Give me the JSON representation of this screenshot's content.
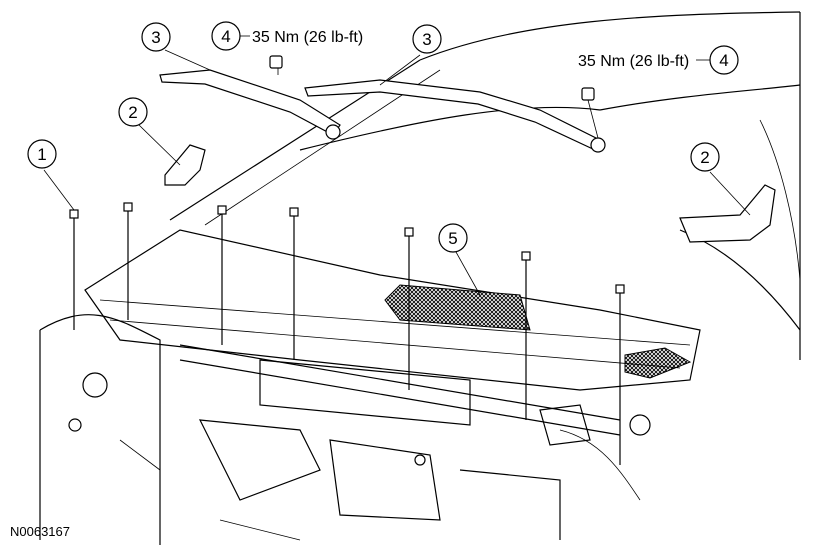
{
  "figure_id": "N0063167",
  "callouts": {
    "c1": "1",
    "c2_left": "2",
    "c2_right": "2",
    "c3_left": "3",
    "c3_right": "3",
    "c4_left": "4",
    "c4_right": "4",
    "c5": "5"
  },
  "torque": {
    "left": "35 Nm (26 lb-ft)",
    "right": "35 Nm (26 lb-ft)"
  }
}
